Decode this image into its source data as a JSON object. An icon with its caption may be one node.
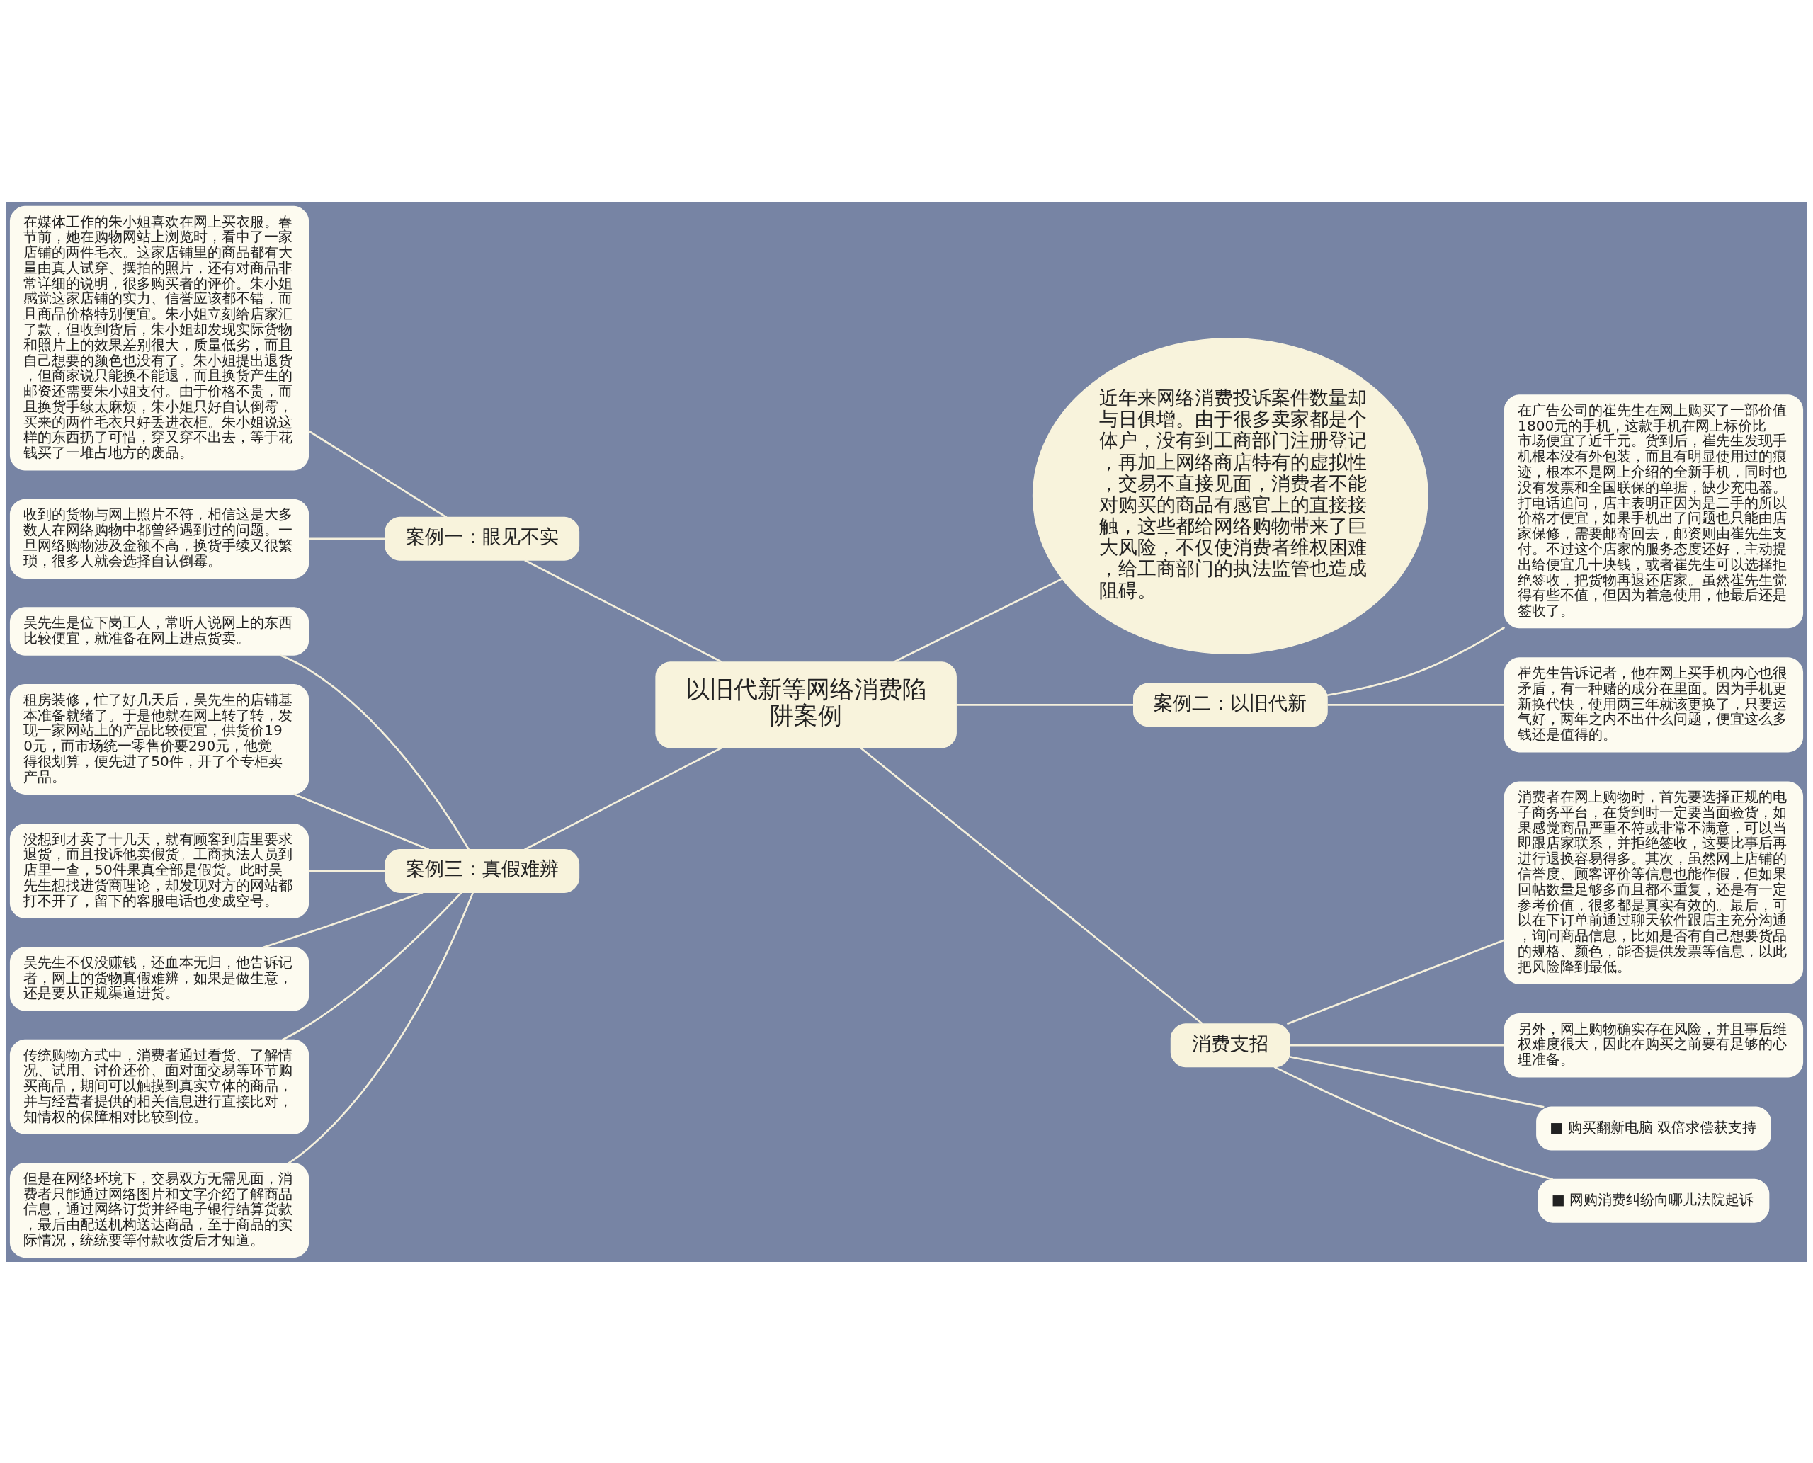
{
  "diagram": {
    "nodes": [
      {
        "text": [
          "以旧代新等网络消费陷阱案例"
        ]
      },
      {
        "text": [
          "案例一：眼见不实"
        ]
      },
      {
        "text": [
          "在媒体工作的朱小姐喜欢在网上买衣服。春节前，她在购物网站上浏览时，看中了一家店铺的两件毛衣。这家店铺里的商品都有大量由真人试穿、摆拍的照片，还有对商品非常详细的说明，很多购买者的评价。朱小姐感觉这家店铺的实力、信誉应该都不错，而且商品价格特别便宜。朱小姐立刻给店家汇了款，但收到货后，朱小姐却发现实际货物和照片上的效果差别很大，质量低劣，而且自己想要的颜色也没有了。朱小姐提出退货，但商家说只能换不能退，而且换货产生的邮资还需要朱小姐支付。由于价格不贵，而且换货手续太麻烦，朱小姐只好自认倒霉，买来的两件毛衣只好丢进衣柜。朱小姐说这样的东西扔了可惜，穿又穿不出去，等于花钱买了一堆占地方的废品。"
        ]
      },
      {
        "text": [
          "收到的货物与网上照片不符，相信这是大多数人在网络购物中都曾经遇到过的问题。一旦网络购物涉及金额不高，换货手续又很繁琐，很多人就会选择自认倒霉。"
        ]
      },
      {
        "text": [
          "案例三：真假难辨"
        ]
      },
      {
        "text": [
          "吴先生是位下岗工人，常听人说网上的东西比较便宜，就准备在网上进点货卖。"
        ]
      },
      {
        "text": [
          "租房装修，忙了好几天后，吴先生的店铺基本准备就绪了。于是他就在网上转了转，发现一家网站上的产品比较便宜，供货价190元，而市场统一零售价要290元，他觉得很划算，便先进了50件，开了个专柜卖产品。"
        ]
      },
      {
        "text": [
          "没想到才卖了十几天，就有顾客到店里要求退货，而且投诉他卖假货。工商执法人员到店里一查，50件果真全部是假货。此时吴先生想找进货商理论，却发现对方的网站都打不开了，留下的客服电话也变成空号。"
        ]
      },
      {
        "text": [
          "吴先生不仅没赚钱，还血本无归，他告诉记者，网上的货物真假难辨，如果是做生意，还是要从正规渠道进货。"
        ]
      },
      {
        "text": [
          "传统购物方式中，消费者通过看货、了解情况、试用、讨价还价、面对面交易等环节购买商品，期间可以触摸到真实立体的商品，并与经营者提供的相关信息进行直接比对，知情权的保障相对比较到位。"
        ]
      },
      {
        "text": [
          "但是在网络环境下，交易双方无需见面，消费者只能通过网络图片和文字介绍了解商品信息，通过网络订货并经电子银行结算货款，最后由配送机构送达商品，至于商品的实际情况，统统要等付款收货后才知道。"
        ]
      },
      {
        "text": [
          "近年来网络消费投诉案件数量却与日俱增。由于很多卖家都是个体户，没有到工商部门注册登记，再加上网络商店特有的虚拟性，交易不直接见面，消费者不能对购买的商品有感官上的直接接触，这些都给网络购物带来了巨大风险，不仅使消费者维权困难，给工商部门的执法监管也造成阻碍。"
        ]
      },
      {
        "text": [
          "案例二：以旧代新"
        ]
      },
      {
        "text": [
          "在广告公司的崔先生在网上购买了一部价值1800元的手机，这款手机在网上标价比市场便宜了近千元。货到后，崔先生发现手机根本没有外包装，而且有明显使用过的痕迹，根本不是网上介绍的全新手机，同时也没有发票和全国联保的单据，缺少充电器。打电话追问，店主表明正因为是二手的所以价格才便宜，如果手机出了问题也只能由店家保修，需要邮寄回去，邮资则由崔先生支付。不过这个店家的服务态度还好，主动提出给便宜几十块钱，或者崔先生可以选择拒绝签收，把货物再退还店家。虽然崔先生觉得有些不值，但因为着急使用，他最后还是签收了。"
        ]
      },
      {
        "text": [
          "崔先生告诉记者，他在网上买手机内心也很矛盾，有一种赌的成分在里面。因为手机更新换代快，使用两三年就该更换了，只要运气好，两年之内不出什么问题，便宜这么多钱还是值得的。"
        ]
      },
      {
        "text": [
          "消费支招"
        ]
      },
      {
        "text": [
          "消费者在网上购物时，首先要选择正规的电子商务平台，在货到时一定要当面验货，如果感觉商品严重不符或非常不满意，可以当即跟店家联系，并拒绝签收，这要比事后再进行退换容易得多。其次，虽然网上店铺的信誉度、顾客评价等信息也能作假，但如果回帖数量足够多而且都不重复，还是有一定参考价值，很多都是真实有效的。最后，可以在下订单前通过聊天软件跟店主充分沟通，询问商品信息，比如是否有自己想要货品的规格、颜色，能否提供发票等信息，以此把风险降到最低。"
        ]
      },
      {
        "text": [
          "另外，网上购物确实存在风险，并且事后维权难度很大，因此在购买之前要有足够的心理准备。"
        ]
      },
      {
        "text": [
          "■ 购买翻新电脑 双倍求偿获支持"
        ]
      },
      {
        "text": [
          "■ 网购消费纠纷向哪儿法院起诉"
        ]
      }
    ],
    "edges": [
      {
        "from": 0,
        "to": 1,
        "arrow": "none"
      },
      {
        "from": 1,
        "to": 2,
        "arrow": "none"
      },
      {
        "from": 1,
        "to": 3,
        "arrow": "none"
      },
      {
        "from": 0,
        "to": 4,
        "arrow": "none"
      },
      {
        "from": 4,
        "to": 5,
        "arrow": "none"
      },
      {
        "from": 4,
        "to": 6,
        "arrow": "none"
      },
      {
        "from": 4,
        "to": 7,
        "arrow": "none"
      },
      {
        "from": 4,
        "to": 8,
        "arrow": "none"
      },
      {
        "from": 4,
        "to": 9,
        "arrow": "none"
      },
      {
        "from": 4,
        "to": 10,
        "arrow": "none"
      },
      {
        "from": 0,
        "to": 11,
        "arrow": "none"
      },
      {
        "from": 0,
        "to": 12,
        "arrow": "none"
      },
      {
        "from": 12,
        "to": 13,
        "arrow": "none"
      },
      {
        "from": 12,
        "to": 14,
        "arrow": "none"
      },
      {
        "from": 0,
        "to": 15,
        "arrow": "none"
      },
      {
        "from": 15,
        "to": 16,
        "arrow": "none"
      },
      {
        "from": 15,
        "to": 17,
        "arrow": "none"
      },
      {
        "from": 15,
        "to": 18,
        "arrow": "none"
      },
      {
        "from": 15,
        "to": 19,
        "arrow": "none"
      }
    ]
  }
}
